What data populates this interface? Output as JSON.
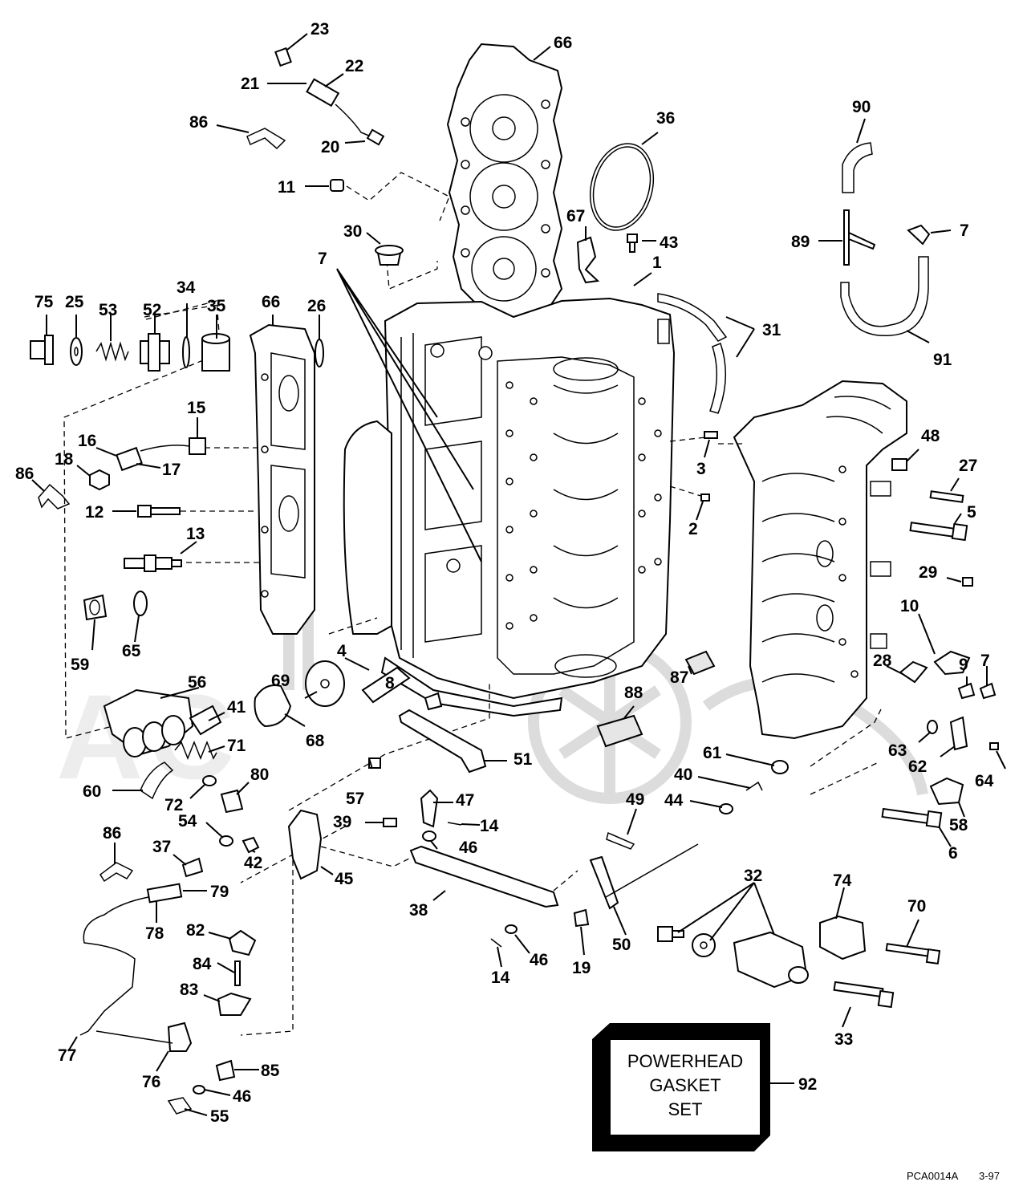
{
  "diagram": {
    "callouts": [
      "1",
      "2",
      "3",
      "4",
      "5",
      "6",
      "7",
      "8",
      "9",
      "10",
      "11",
      "12",
      "13",
      "14",
      "15",
      "16",
      "17",
      "18",
      "19",
      "20",
      "21",
      "22",
      "23",
      "25",
      "26",
      "27",
      "28",
      "29",
      "30",
      "31",
      "32",
      "33",
      "34",
      "35",
      "36",
      "37",
      "38",
      "39",
      "40",
      "41",
      "42",
      "43",
      "44",
      "45",
      "46",
      "47",
      "48",
      "49",
      "50",
      "51",
      "52",
      "53",
      "54",
      "55",
      "56",
      "57",
      "58",
      "59",
      "60",
      "61",
      "62",
      "63",
      "64",
      "65",
      "66",
      "67",
      "68",
      "69",
      "70",
      "71",
      "72",
      "74",
      "75",
      "76",
      "77",
      "78",
      "79",
      "80",
      "82",
      "83",
      "84",
      "85",
      "86",
      "87",
      "88",
      "89",
      "90",
      "91",
      "92"
    ],
    "kit_box": {
      "line1": "POWERHEAD",
      "line2": "GASKET",
      "line3": "SET"
    },
    "figure_code": "PCA0014A",
    "figure_date": "3-97"
  }
}
